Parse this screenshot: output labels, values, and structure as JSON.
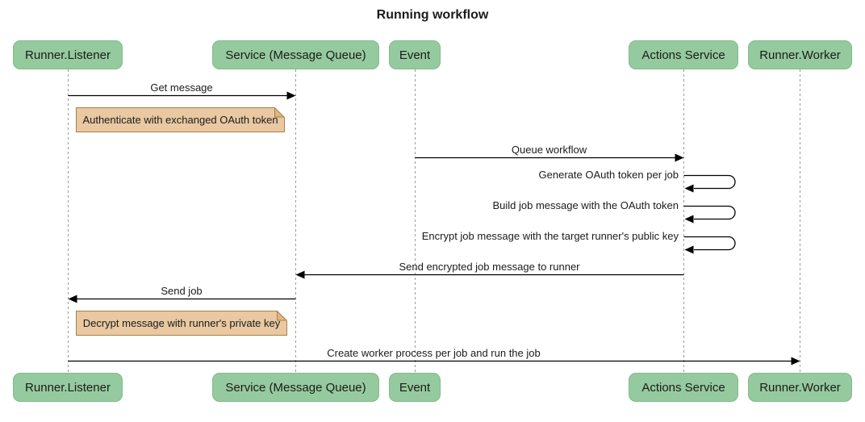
{
  "title": "Running workflow",
  "colors": {
    "actor_fill": "#95CA9E",
    "actor_border": "#82BA8C",
    "note_fill": "#E9C8A2",
    "note_border": "#AA8047",
    "lifeline": "#9b9b9b",
    "arrow": "#000000"
  },
  "participants": [
    {
      "label": "Runner.Listener"
    },
    {
      "label": "Service (Message Queue)"
    },
    {
      "label": "Event"
    },
    {
      "label": "Actions Service"
    },
    {
      "label": "Runner.Worker"
    }
  ],
  "messages": [
    {
      "text": "Get message",
      "from": "Runner.Listener",
      "to": "Service (Message Queue)",
      "kind": "solid_arrow"
    },
    {
      "text": "Queue workflow",
      "from": "Event",
      "to": "Actions Service",
      "kind": "solid_arrow"
    },
    {
      "text": "Generate OAuth token per job",
      "from": "Actions Service",
      "to": "Actions Service",
      "kind": "self_loop"
    },
    {
      "text": "Build job message with the OAuth token",
      "from": "Actions Service",
      "to": "Actions Service",
      "kind": "self_loop"
    },
    {
      "text": "Encrypt job message with the target runner's public key",
      "from": "Actions Service",
      "to": "Actions Service",
      "kind": "self_loop"
    },
    {
      "text": "Send encrypted job message to runner",
      "from": "Actions Service",
      "to": "Service (Message Queue)",
      "kind": "solid_arrow"
    },
    {
      "text": "Send job",
      "from": "Service (Message Queue)",
      "to": "Runner.Listener",
      "kind": "solid_arrow"
    },
    {
      "text": "Create worker process per job and run the job",
      "from": "Runner.Listener",
      "to": "Runner.Worker",
      "kind": "solid_arrow"
    }
  ],
  "notes": [
    {
      "text": "Authenticate with exchanged OAuth token",
      "over": "Runner.Listener"
    },
    {
      "text": "Decrypt message with runner's private key",
      "over": "Runner.Listener"
    }
  ]
}
